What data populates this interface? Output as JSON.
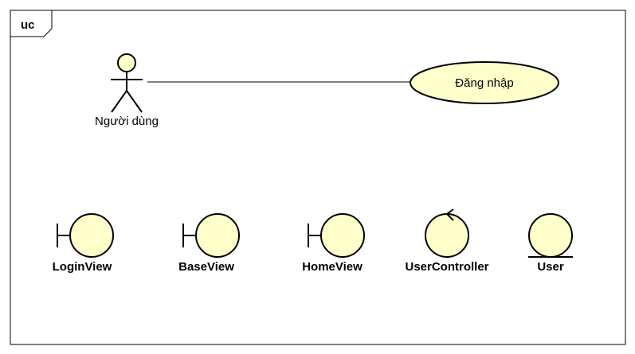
{
  "frame": {
    "label": "uc"
  },
  "actor": {
    "name": "Người dùng"
  },
  "use_case": {
    "name": "Đăng nhập"
  },
  "analysis_classes": [
    {
      "stereotype": "boundary",
      "name": "LoginView"
    },
    {
      "stereotype": "boundary",
      "name": "BaseView"
    },
    {
      "stereotype": "boundary",
      "name": "HomeView"
    },
    {
      "stereotype": "control",
      "name": "UserController"
    },
    {
      "stereotype": "entity",
      "name": "User"
    }
  ],
  "colors": {
    "fill": "#ffffcc",
    "stroke": "#000000",
    "background": "#ffffff"
  }
}
